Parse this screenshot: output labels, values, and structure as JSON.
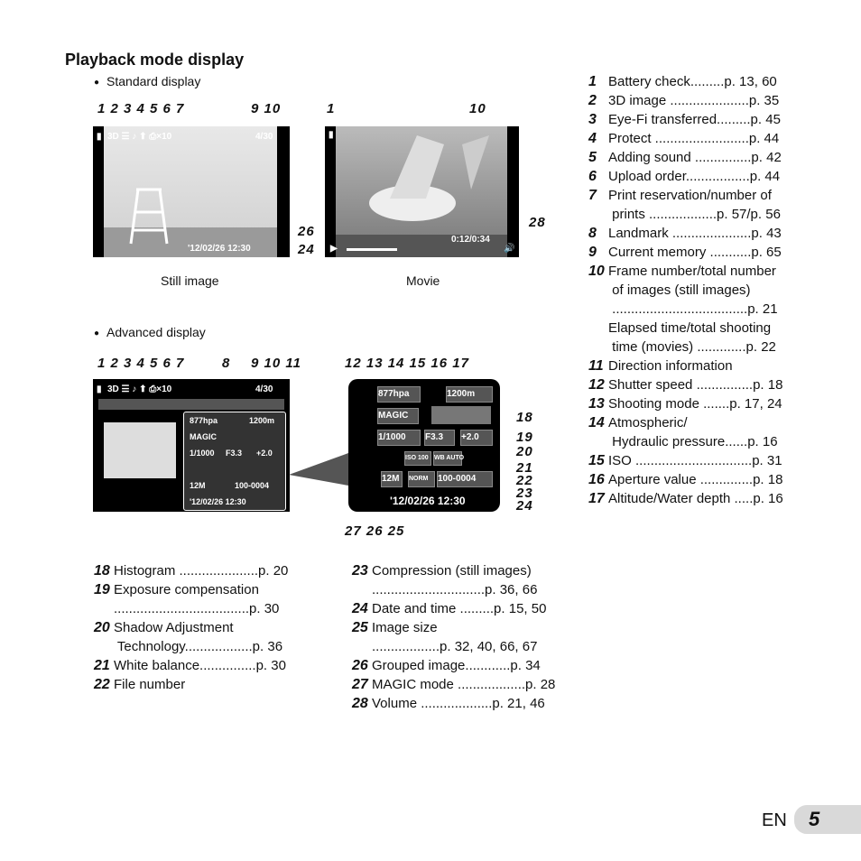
{
  "heading": "Playback mode display",
  "standard_label": "Standard display",
  "advanced_label": "Advanced display",
  "captions": {
    "still": "Still image",
    "movie": "Movie"
  },
  "callouts": {
    "standard_top": "1 2 3 4 5 6  7",
    "standard_top_right": "9  10",
    "movie_top_left": "1",
    "movie_top_right": "10",
    "movie_side": "28",
    "standard_side": [
      "26",
      "24"
    ],
    "advanced_top": "1 2 3 4 5 6  7",
    "advanced_8": "8",
    "advanced_top_right": "9 10  11",
    "detail_top": "12 13  14 15 16   17",
    "detail_right": [
      "18",
      "19",
      "20",
      "21",
      "22",
      "23",
      "24"
    ],
    "detail_bottom": "27 26 25"
  },
  "osd": {
    "std_icons": "3D  ☰ ♪ ⬆ ⎙×10",
    "std_frame": "4/30",
    "std_date": "'12/02/26  12:30",
    "movie_time": "0:12/0:34",
    "adv_icons": "3D  ☰ ♪ ⬆ ⎙×10",
    "adv_frame": "4/30",
    "pressure": "877hpa",
    "altitude": "1200m",
    "magic": "MAGIC",
    "shutter": "1/1000",
    "aperture": "F3.3",
    "exposure": "+2.0",
    "iso": "ISO 100",
    "wb": "WB AUTO",
    "size": "12M",
    "compression": "NORM",
    "file_number": "100-0004",
    "date": "'12/02/26  12:30"
  },
  "legend_right": [
    {
      "n": "1",
      "text": "Battery check.........p. 13, 60"
    },
    {
      "n": "2",
      "text": "3D image .....................p. 35"
    },
    {
      "n": "3",
      "text": "Eye-Fi transferred.........p. 45"
    },
    {
      "n": "4",
      "text": "Protect .........................p. 44"
    },
    {
      "n": "5",
      "text": "Adding sound ...............p. 42"
    },
    {
      "n": "6",
      "text": "Upload order.................p. 44"
    },
    {
      "n": "7",
      "text": "Print reservation/number of"
    },
    {
      "n": "",
      "text": "   prints ..................p. 57/p. 56"
    },
    {
      "n": "8",
      "text": "Landmark .....................p. 43"
    },
    {
      "n": "9",
      "text": "Current memory ...........p. 65"
    },
    {
      "n": "10",
      "text": "Frame number/total number"
    },
    {
      "n": "",
      "text": "   of images (still images)"
    },
    {
      "n": "",
      "text": "   ....................................p. 21"
    },
    {
      "n": "",
      "text": "Elapsed time/total shooting"
    },
    {
      "n": "",
      "text": "   time (movies) .............p. 22"
    },
    {
      "n": "11",
      "text": "Direction information"
    },
    {
      "n": "12",
      "text": "Shutter speed ...............p. 18"
    },
    {
      "n": "13",
      "text": "Shooting mode .......p. 17, 24"
    },
    {
      "n": "14",
      "text": "Atmospheric/"
    },
    {
      "n": "",
      "text": "   Hydraulic pressure......p. 16"
    },
    {
      "n": "15",
      "text": "ISO ...............................p. 31"
    },
    {
      "n": "16",
      "text": "Aperture value ..............p. 18"
    },
    {
      "n": "17",
      "text": "Altitude/Water depth .....p. 16"
    }
  ],
  "legend_left": [
    {
      "n": "18",
      "text": "Histogram .....................p. 20"
    },
    {
      "n": "19",
      "text": "Exposure compensation"
    },
    {
      "n": "",
      "text": "....................................p. 30"
    },
    {
      "n": "20",
      "text": "Shadow Adjustment"
    },
    {
      "n": "",
      "text": "   Technology..................p. 36"
    },
    {
      "n": "21",
      "text": "White balance...............p. 30"
    },
    {
      "n": "22",
      "text": "File number"
    }
  ],
  "legend_mid": [
    {
      "n": "23",
      "text": "Compression (still images)"
    },
    {
      "n": "",
      "text": "..............................p. 36, 66"
    },
    {
      "n": "24",
      "text": "Date and time .........p. 15, 50"
    },
    {
      "n": "25",
      "text": "Image size"
    },
    {
      "n": "",
      "text": "..................p. 32, 40, 66, 67"
    },
    {
      "n": "26",
      "text": "Grouped image............p. 34"
    },
    {
      "n": "27",
      "text": "MAGIC mode ..................p. 28"
    },
    {
      "n": "28",
      "text": "Volume ...................p. 21, 46"
    }
  ],
  "footer": {
    "lang": "EN",
    "page": "5"
  }
}
